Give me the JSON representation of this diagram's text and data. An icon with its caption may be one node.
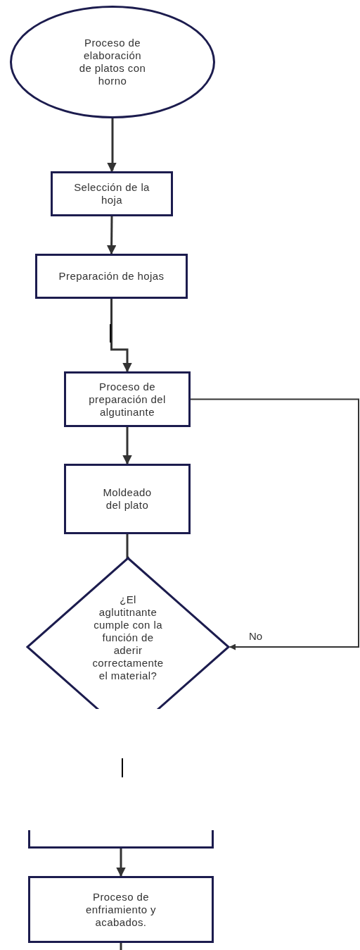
{
  "diagram": {
    "nodes": [
      {
        "text": [
          "Proceso de elaboración de platos con horno"
        ]
      },
      {
        "text": [
          "Selección de la hoja"
        ]
      },
      {
        "text": [
          "Preparación de hojas"
        ]
      },
      {
        "text": [
          "Proceso de preparación del algutinante"
        ]
      },
      {
        "text": [
          "Moldeado del plato"
        ]
      },
      {
        "text": [
          "¿El aglutitnante cumple con la función de aderir correctamente el material?"
        ]
      },
      {
        "text": [],
        "shape": "box"
      },
      {
        "text": [
          "Proceso de enfriamiento y acabados."
        ]
      }
    ],
    "edges": [
      {
        "from": 0,
        "to": 1,
        "arrow": "to"
      },
      {
        "from": 1,
        "to": 2,
        "arrow": "to"
      },
      {
        "from": 2,
        "to": 3,
        "arrow": "to"
      },
      {
        "from": 3,
        "to": 4,
        "arrow": "to"
      },
      {
        "from": 4,
        "to": 5,
        "arrow": "to"
      },
      {
        "from": 3,
        "to": 5,
        "arrow": "to",
        "label": "No"
      },
      {
        "from": 6,
        "to": 7,
        "arrow": "to"
      },
      {
        "from": 7,
        "to": null,
        "arrow": "none"
      }
    ]
  }
}
